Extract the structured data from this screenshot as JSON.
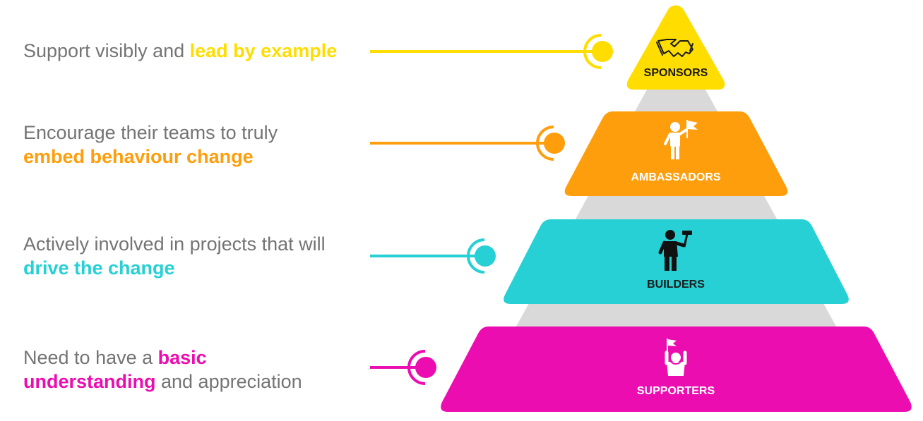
{
  "tiers": [
    {
      "name": "SPONSORS",
      "color": "#FFDD00",
      "label_color": "#1a1a1a",
      "icon": "handshake-icon",
      "text_before": "Support visibly and ",
      "text_highlight": "lead by example",
      "text_after": ""
    },
    {
      "name": "AMBASSADORS",
      "color": "#FF9E0D",
      "label_color": "#ffffff",
      "icon": "person-with-flag-icon",
      "text_before": "Encourage their teams to truly",
      "text_highlight": "embed behaviour change",
      "text_after": ""
    },
    {
      "name": "BUILDERS",
      "color": "#26D0D5",
      "label_color": "#1a1a1a",
      "icon": "builder-with-hammer-icon",
      "text_before": "Actively involved in projects that will",
      "text_highlight": "drive the change",
      "text_after": ""
    },
    {
      "name": "SUPPORTERS",
      "color": "#EC0DB0",
      "label_color": "#ffffff",
      "icon": "cheering-person-with-flags-icon",
      "text_before": "Need to have a ",
      "text_highlight": "basic understanding",
      "text_after": " and appreciation"
    }
  ],
  "colors": {
    "text_gray": "#747474",
    "pyramid_gray": "#D9D9D9"
  }
}
